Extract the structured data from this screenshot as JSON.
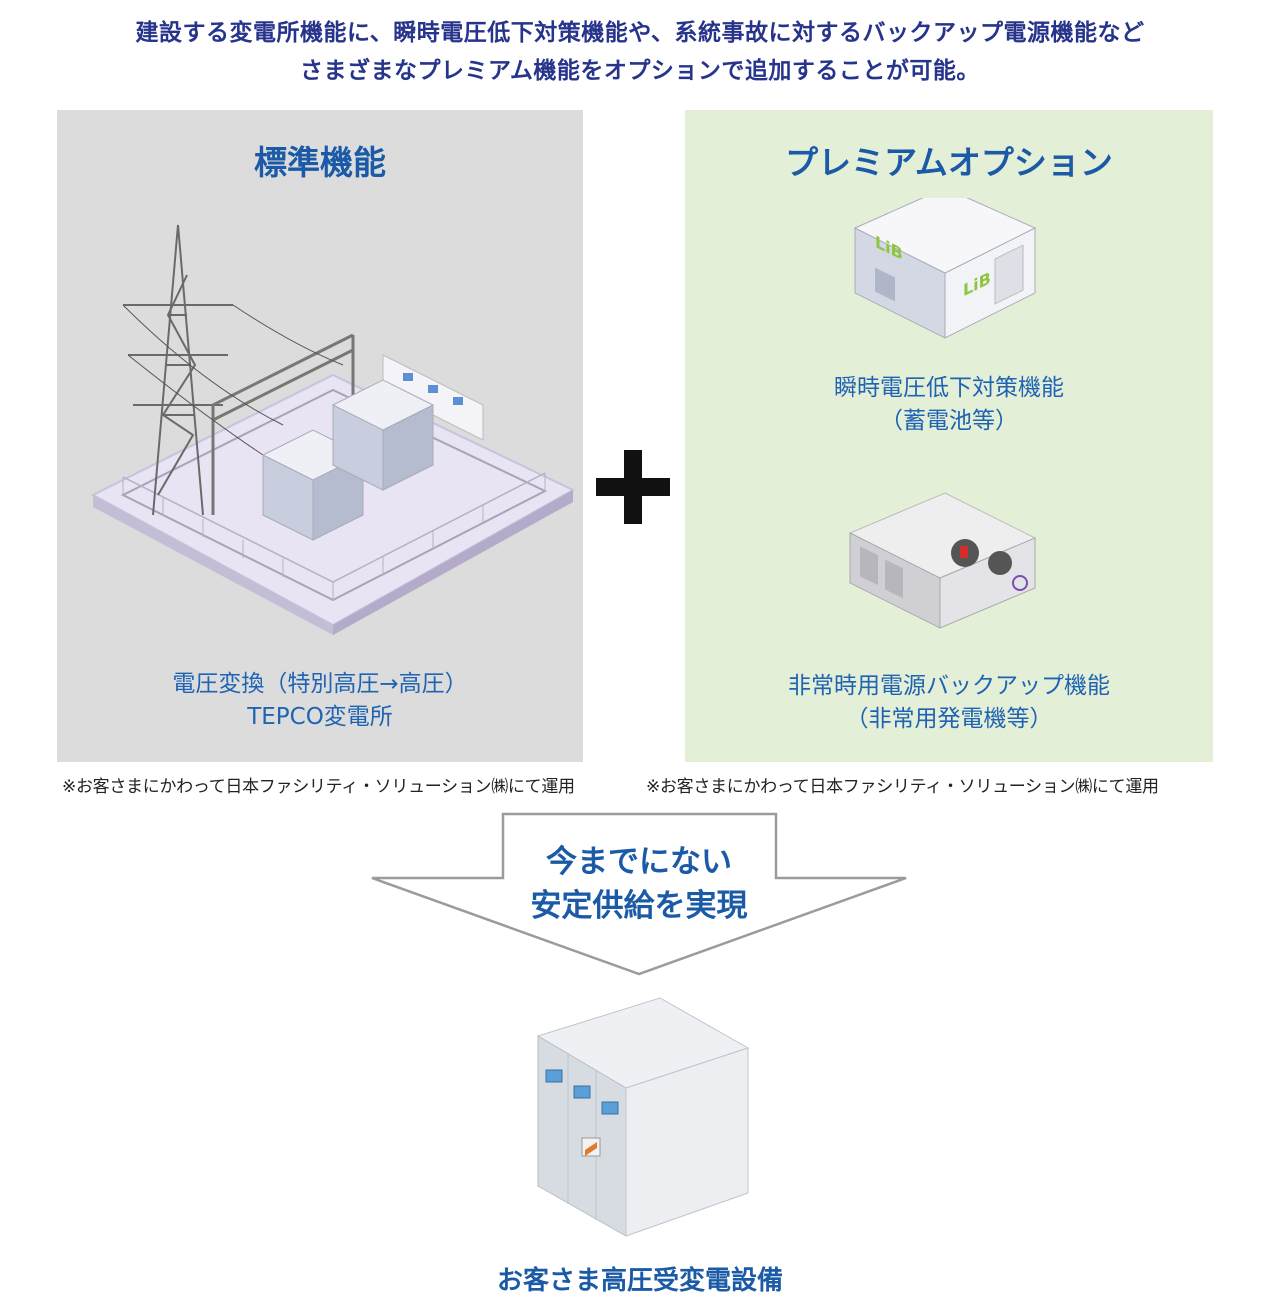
{
  "headline": {
    "line1": "建設する変電所機能に、瞬時電圧低下対策機能や、系統事故に対するバックアップ電源機能など",
    "line2": "さまざまなプレミアム機能をオプションで追加することが可能。"
  },
  "standard": {
    "title": "標準機能",
    "caption_line1": "電圧変換（特別高圧→高圧）",
    "caption_line2": "TEPCO変電所",
    "note": "※お客さまにかわって日本ファシリティ・ソリューション㈱にて運用"
  },
  "premium": {
    "title": "プレミアムオプション",
    "battery_label": "LiB",
    "battery_caption_line1": "瞬時電圧低下対策機能",
    "battery_caption_line2": "（蓄電池等）",
    "generator_caption_line1": "非常時用電源バックアップ機能",
    "generator_caption_line2": "（非常用発電機等）",
    "note": "※お客さまにかわって日本ファシリティ・ソリューション㈱にて運用"
  },
  "result": {
    "line1": "今までにない",
    "line2": "安定供給を実現"
  },
  "bottom": {
    "label": "お客さま高圧受変電設備"
  },
  "colors": {
    "title_blue": "#1b5aa6",
    "caption_blue": "#1f63b3",
    "headline_navy": "#27348b",
    "panel_grey": "#dcdcdc",
    "panel_green": "#e4efd8",
    "plus_black": "#111111"
  }
}
